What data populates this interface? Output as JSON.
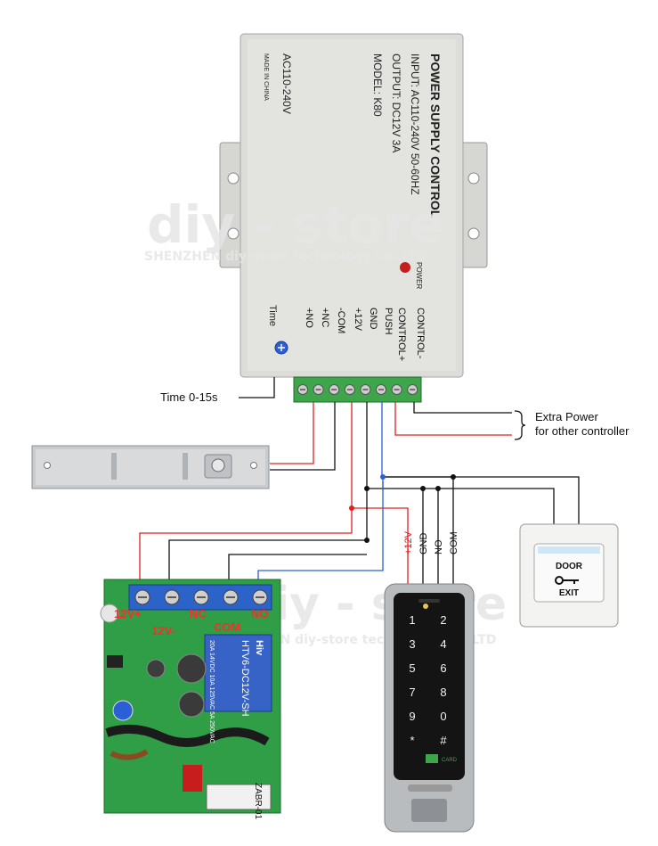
{
  "psu": {
    "title": "POWER SUPPLY CONTROL",
    "input": "INPUT: AC110-240V  50-60HZ",
    "output": "OUTPUT: DC12V  3A",
    "model": "MODEL: K80",
    "ac_label": "AC110-240V",
    "made_in": "MADE IN CHINA",
    "power_led": "POWER",
    "time_label": "Time",
    "terminals": [
      "CONTROL-",
      "CONTROL+",
      "PUSH",
      "GND",
      "+12V",
      "-COM",
      "+NC",
      "+NO"
    ]
  },
  "labels": {
    "time_range": "Time 0-15s",
    "extra_power_1": "Extra Power",
    "extra_power_2": "for other controller"
  },
  "watermark": {
    "brand": "diy - store",
    "company": "SHENZHEN diy-store technology Co.,LTD"
  },
  "keypad": {
    "wire_labels": [
      "+12V",
      "GND",
      "NO",
      "COM"
    ],
    "keys": [
      "1",
      "2",
      "3",
      "4",
      "5",
      "6",
      "7",
      "8",
      "9",
      "0",
      "*",
      "#"
    ],
    "card": "CARD"
  },
  "exit_button": {
    "top": "DOOR",
    "bottom": "EXIT"
  },
  "relay": {
    "terminals": [
      "12V+",
      "12V-",
      "NC",
      "COM",
      "NO"
    ],
    "part": "HTV6-DC12V-SH",
    "specs": "20A 14VDC  10A 125VAC  5A 250VAC",
    "brand": "Hiv",
    "board": "ZABR-01"
  },
  "colors": {
    "red": "#e02020",
    "blue": "#2a5fd6",
    "black": "#111111"
  }
}
